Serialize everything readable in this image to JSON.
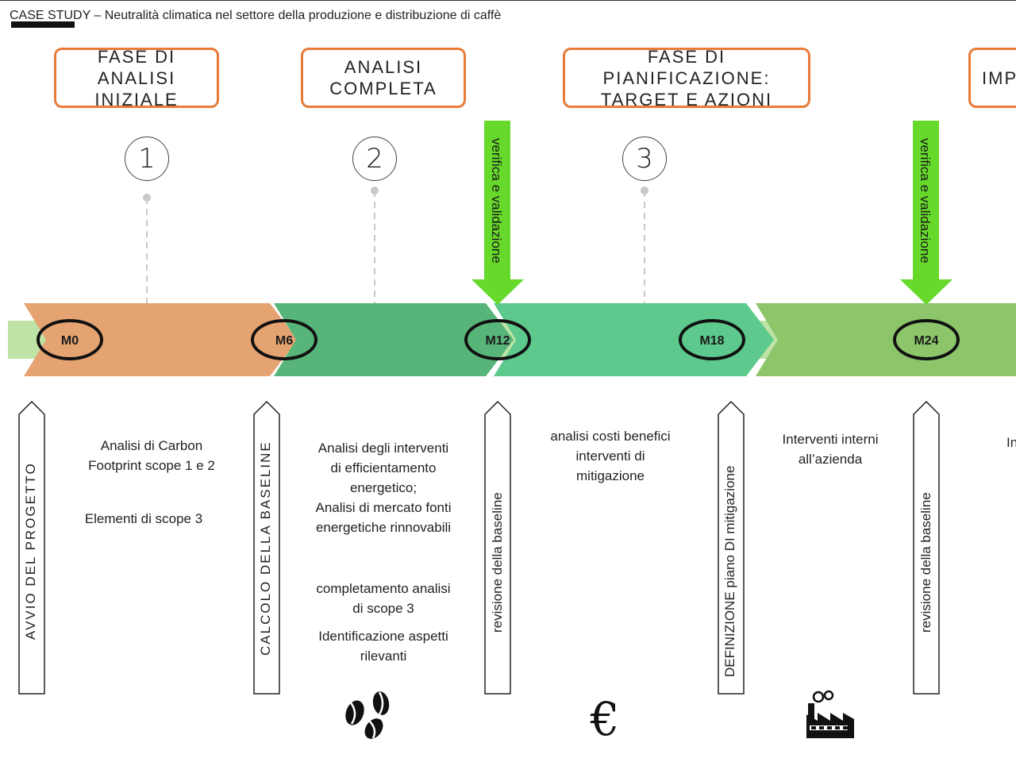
{
  "header": {
    "title": "CASE STUDY – Neutralità climatica nel settore della produzione e distribuzione di caffè"
  },
  "phases": [
    {
      "label": "FASE DI ANALISI\nINIZIALE"
    },
    {
      "label": "ANALISI\nCOMPLETA"
    },
    {
      "label": "FASE DI PIANIFICAZIONE:\nTARGET E AZIONI"
    },
    {
      "label": "IMP"
    }
  ],
  "steps": [
    "1",
    "2",
    "3"
  ],
  "verification": {
    "label": "verifica e validazione"
  },
  "milestones": [
    "M0",
    "M6",
    "M12",
    "M18",
    "M24"
  ],
  "vertical_labels": {
    "avvio": "AVVIO DEL PROGETTO",
    "calcolo": "CALCOLO DELLA BASELINE",
    "revisione_1": "revisione della baseline",
    "definizione": "DEFINIZIONE piano DI mitigazione",
    "revisione_2": "revisione della baseline"
  },
  "descriptions": {
    "m0_a": "Analisi di Carbon\nFootprint scope 1 e 2",
    "m0_b": "Elementi di scope 3",
    "m6_a": "Analisi degli interventi\ndi efficientamento\nenergetico;\nAnalisi di mercato fonti\nenergetiche rinnovabili",
    "m6_b": "completamento analisi\ndi scope 3",
    "m6_c": "Identificazione aspetti\nrilevanti",
    "m12_a": "analisi costi benefici\ninterventi di\nmitigazione",
    "m18_a": "Interventi interni\nall’azienda",
    "m24_a": "In"
  },
  "icons": [
    "coffee-beans-icon",
    "euro-icon",
    "factory-icon"
  ],
  "colors": {
    "phase_border": "#e87b3a",
    "orange_band": "#e5a371",
    "green_dark": "#57b57a",
    "green_mid": "#5dc98d",
    "green_light": "#8cc56a",
    "arrow_green": "#66d92a",
    "dashed": "#c8c8c8"
  }
}
